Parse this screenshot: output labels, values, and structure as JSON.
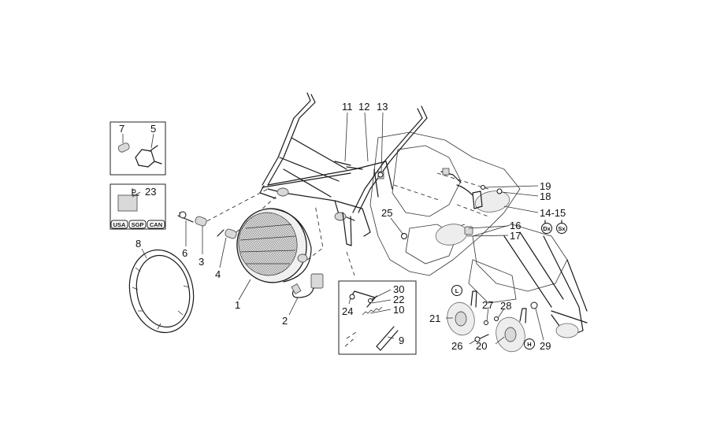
{
  "diagram": {
    "callouts": [
      {
        "label": "1"
      },
      {
        "label": "2"
      },
      {
        "label": "3"
      },
      {
        "label": "4"
      },
      {
        "label": "5"
      },
      {
        "label": "6"
      },
      {
        "label": "7"
      },
      {
        "label": "8"
      },
      {
        "label": "9"
      },
      {
        "label": "10"
      },
      {
        "label": "11"
      },
      {
        "label": "12"
      },
      {
        "label": "13"
      },
      {
        "label": "14-15"
      },
      {
        "label": "16"
      },
      {
        "label": "17"
      },
      {
        "label": "18"
      },
      {
        "label": "19"
      },
      {
        "label": "20"
      },
      {
        "label": "21"
      },
      {
        "label": "22"
      },
      {
        "label": "23"
      },
      {
        "label": "24"
      },
      {
        "label": "25"
      },
      {
        "label": "26"
      },
      {
        "label": "27"
      },
      {
        "label": "28"
      },
      {
        "label": "29"
      },
      {
        "label": "30"
      }
    ],
    "market_tags": [
      "USA",
      "SGP",
      "CAN"
    ],
    "side_marks": {
      "right": "Dx",
      "left": "Sx"
    },
    "horn_marks": {
      "low": "L",
      "high": "H"
    }
  }
}
